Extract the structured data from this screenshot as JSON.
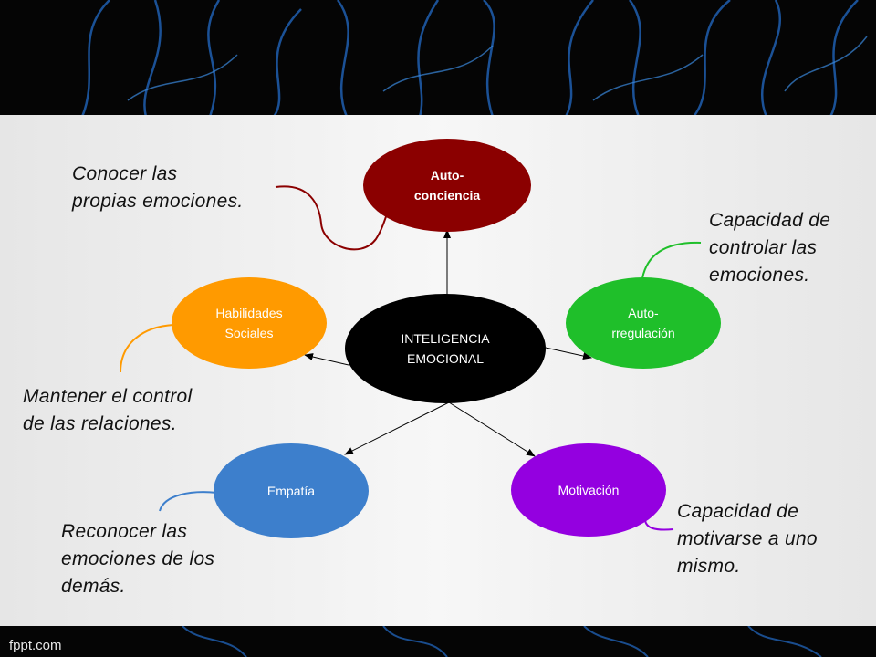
{
  "center": {
    "label": "INTELIGENCIA\nEMOCIONAL",
    "color": "#000000"
  },
  "nodes": [
    {
      "id": "autoconciencia",
      "label": "Auto-\nconciencia",
      "color": "#8b0000"
    },
    {
      "id": "autorregulacion",
      "label": "Auto-\nrregulación",
      "color": "#1fbf2a"
    },
    {
      "id": "motivacion",
      "label": "Motivación",
      "color": "#9400e0"
    },
    {
      "id": "empatia",
      "label": "Empatía",
      "color": "#3d7fcc"
    },
    {
      "id": "habilidades",
      "label": "Habilidades\nSociales",
      "color": "#ff9a00"
    }
  ],
  "notes": {
    "autoconciencia": "Conocer las\npropias emociones.",
    "autorregulacion": "Capacidad de\ncontrolar las\nemociones.",
    "motivacion": "Capacidad de\nmotivarse a uno\nmismo.",
    "empatia": "Reconocer las\nemociones de los\ndemás.",
    "habilidades": "Mantener el control\nde las relaciones."
  },
  "footer": {
    "brand": "fppt.com"
  }
}
